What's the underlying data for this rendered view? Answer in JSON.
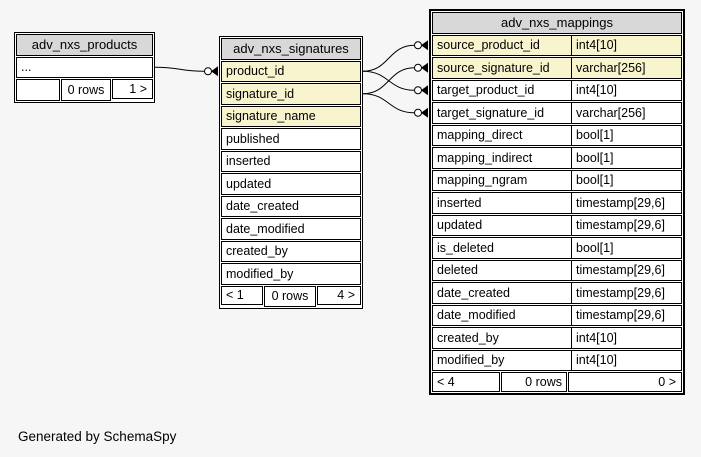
{
  "credit": "Generated by SchemaSpy",
  "colors": {
    "canvas_bg": "#f6f6f6",
    "table_bg": "#ffffff",
    "header_bg": "#d8d8d8",
    "key_column_bg": "#f8f4ce",
    "border": "#000000",
    "edge": "#000000"
  },
  "tables": [
    {
      "id": "products",
      "title": "adv_nxs_products",
      "show_types": false,
      "focus": false,
      "columns": [
        {
          "name": "...",
          "key": false
        }
      ],
      "footer": {
        "prev": "",
        "rows": "0 rows",
        "next": "1 >"
      }
    },
    {
      "id": "signatures",
      "title": "adv_nxs_signatures",
      "show_types": false,
      "focus": false,
      "columns": [
        {
          "name": "product_id",
          "key": true
        },
        {
          "name": "signature_id",
          "key": true
        },
        {
          "name": "signature_name",
          "key": true
        },
        {
          "name": "published",
          "key": false
        },
        {
          "name": "inserted",
          "key": false
        },
        {
          "name": "updated",
          "key": false
        },
        {
          "name": "date_created",
          "key": false
        },
        {
          "name": "date_modified",
          "key": false
        },
        {
          "name": "created_by",
          "key": false
        },
        {
          "name": "modified_by",
          "key": false
        }
      ],
      "footer": {
        "prev": "< 1",
        "rows": "0 rows",
        "next": "4 >"
      }
    },
    {
      "id": "mappings",
      "title": "adv_nxs_mappings",
      "show_types": true,
      "focus": true,
      "columns": [
        {
          "name": "source_product_id",
          "type": "int4[10]",
          "key": true
        },
        {
          "name": "source_signature_id",
          "type": "varchar[256]",
          "key": true
        },
        {
          "name": "target_product_id",
          "type": "int4[10]",
          "key": false
        },
        {
          "name": "target_signature_id",
          "type": "varchar[256]",
          "key": false
        },
        {
          "name": "mapping_direct",
          "type": "bool[1]",
          "key": false
        },
        {
          "name": "mapping_indirect",
          "type": "bool[1]",
          "key": false
        },
        {
          "name": "mapping_ngram",
          "type": "bool[1]",
          "key": false
        },
        {
          "name": "inserted",
          "type": "timestamp[29,6]",
          "key": false
        },
        {
          "name": "updated",
          "type": "timestamp[29,6]",
          "key": false
        },
        {
          "name": "is_deleted",
          "type": "bool[1]",
          "key": false
        },
        {
          "name": "deleted",
          "type": "timestamp[29,6]",
          "key": false
        },
        {
          "name": "date_created",
          "type": "timestamp[29,6]",
          "key": false
        },
        {
          "name": "date_modified",
          "type": "timestamp[29,6]",
          "key": false
        },
        {
          "name": "created_by",
          "type": "int4[10]",
          "key": false
        },
        {
          "name": "modified_by",
          "type": "int4[10]",
          "key": false
        }
      ],
      "footer": {
        "prev": "< 4",
        "rows": "0 rows",
        "next": "0 >"
      }
    }
  ],
  "edges": [
    {
      "from": {
        "table": "products",
        "column": "..."
      },
      "to": {
        "table": "signatures",
        "column": "product_id"
      }
    },
    {
      "from": {
        "table": "signatures",
        "column": "product_id"
      },
      "to": {
        "table": "mappings",
        "column": "source_product_id"
      }
    },
    {
      "from": {
        "table": "signatures",
        "column": "product_id"
      },
      "to": {
        "table": "mappings",
        "column": "target_product_id"
      }
    },
    {
      "from": {
        "table": "signatures",
        "column": "signature_id"
      },
      "to": {
        "table": "mappings",
        "column": "source_signature_id"
      }
    },
    {
      "from": {
        "table": "signatures",
        "column": "signature_id"
      },
      "to": {
        "table": "mappings",
        "column": "target_signature_id"
      }
    }
  ]
}
